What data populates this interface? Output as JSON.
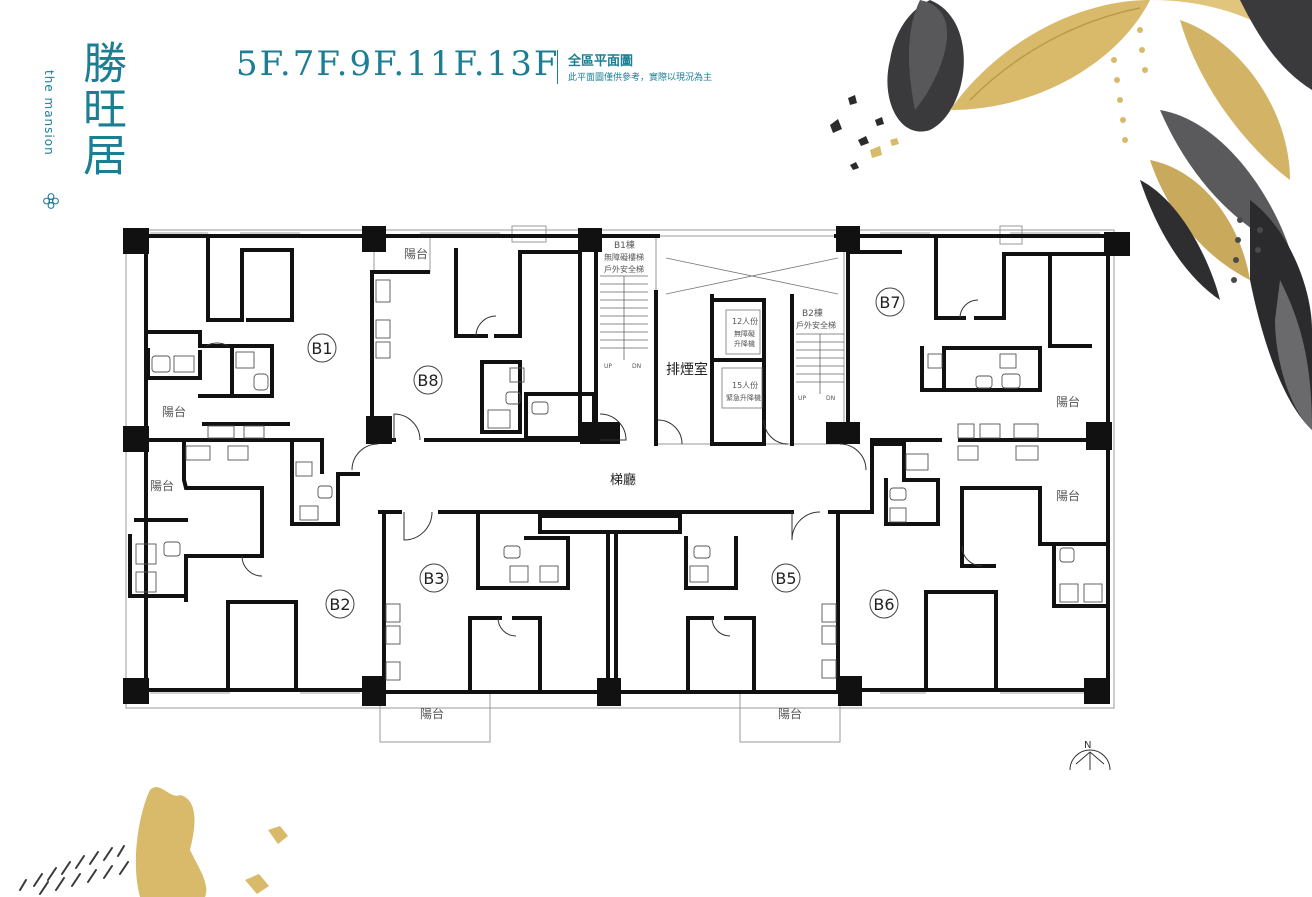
{
  "brand": {
    "name": "勝旺居",
    "subtitle": "the mansion",
    "accent_color": "#1b7e93",
    "gold_color": "#d9b96a"
  },
  "header": {
    "floors": "5F.7F.9F.11F.13F",
    "plan_title": "全區平面圖",
    "plan_note": "此平面圖僅供參考，實際以現況為主"
  },
  "units": {
    "b1": "B1",
    "b2": "B2",
    "b3": "B3",
    "b5": "B5",
    "b6": "B6",
    "b7": "B7",
    "b8": "B8"
  },
  "rooms": {
    "balcony": "陽台",
    "lobby": "梯廳",
    "smoke_room": "排煙室",
    "stair_b1_line1": "B1棟",
    "stair_b1_line2": "無障礙樓梯",
    "stair_b1_line3": "戶外安全梯",
    "stair_b2_line1": "B2棟",
    "stair_b2_line2": "戶外安全梯",
    "elevator_12_line1": "12人份",
    "elevator_12_line2": "無障礙",
    "elevator_12_line3": "升降機",
    "elevator_15_line1": "15人份",
    "elevator_15_line2": "緊急升降機",
    "up": "UP",
    "down": "DN"
  },
  "compass": {
    "north": "N"
  }
}
